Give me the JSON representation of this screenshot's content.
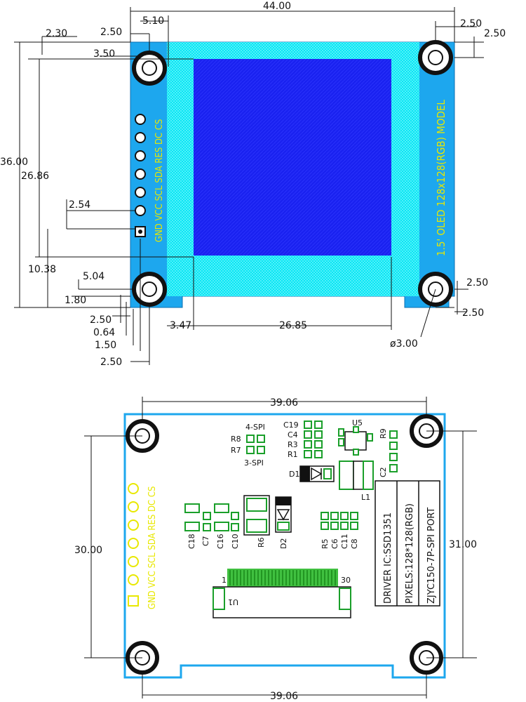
{
  "top_view": {
    "dimensions": {
      "overall_width": "44.00",
      "hole_offset_top_left_x": "5.10",
      "hole_offset_top_left_y": "2.50",
      "top_margin": "2.30",
      "hole_to_glass": "3.50",
      "overall_height": "36.00",
      "glass_height": "26.86",
      "pin_pitch": "2.54",
      "pin_to_bottom": "10.38",
      "active_bottom": "5.04",
      "bottom_margin": "1.80",
      "hole_offset_bottom_left": "2.50",
      "pin_offset_small": "0.64",
      "pin_offset": "1.50",
      "pin_edge": "2.50",
      "left_to_active": "3.47",
      "active_width": "26.85",
      "right_hole_offset_x_top": "2.50",
      "right_hole_offset_y_top": "2.50",
      "right_hole_offset_x_bottom": "2.50",
      "right_hole_offset_y_bottom": "2.50",
      "hole_diameter": "ø3.00"
    },
    "pin_labels": "GND VCC SCL SDA RES DC CS",
    "model_text": "1.5' OLED 128x128(RGB) MODEL"
  },
  "bottom_view": {
    "dimensions": {
      "hole_span_top": "39.06",
      "hole_span_bottom": "39.06",
      "height_left": "30.00",
      "height_right": "31.00"
    },
    "pin_labels": "GND VCC SCL SDA RES DC CS",
    "spi_labels": {
      "four": "4-SPI",
      "three": "3-SPI"
    },
    "refs": {
      "r8": "R8",
      "r7": "R7",
      "c19": "C19",
      "c4": "C4",
      "r3": "R3",
      "r1": "R1",
      "u5": "U5",
      "r9": "R9",
      "c2": "C2",
      "d1": "D1",
      "l1": "L1",
      "c18": "C18",
      "c7": "C7",
      "c16": "C16",
      "c10": "C10",
      "r6": "R6",
      "d2": "D2",
      "r5": "R5",
      "c6": "C6",
      "c11": "C11",
      "c8": "C8",
      "u1": "U1"
    },
    "fpc": {
      "pin_first": "1",
      "pin_last": "30"
    },
    "info_lines": [
      "DRIVER IC:SSD1351",
      "PIXELS:128*128(RGB)",
      "ZJYC150-7P-SPI PORT"
    ]
  }
}
